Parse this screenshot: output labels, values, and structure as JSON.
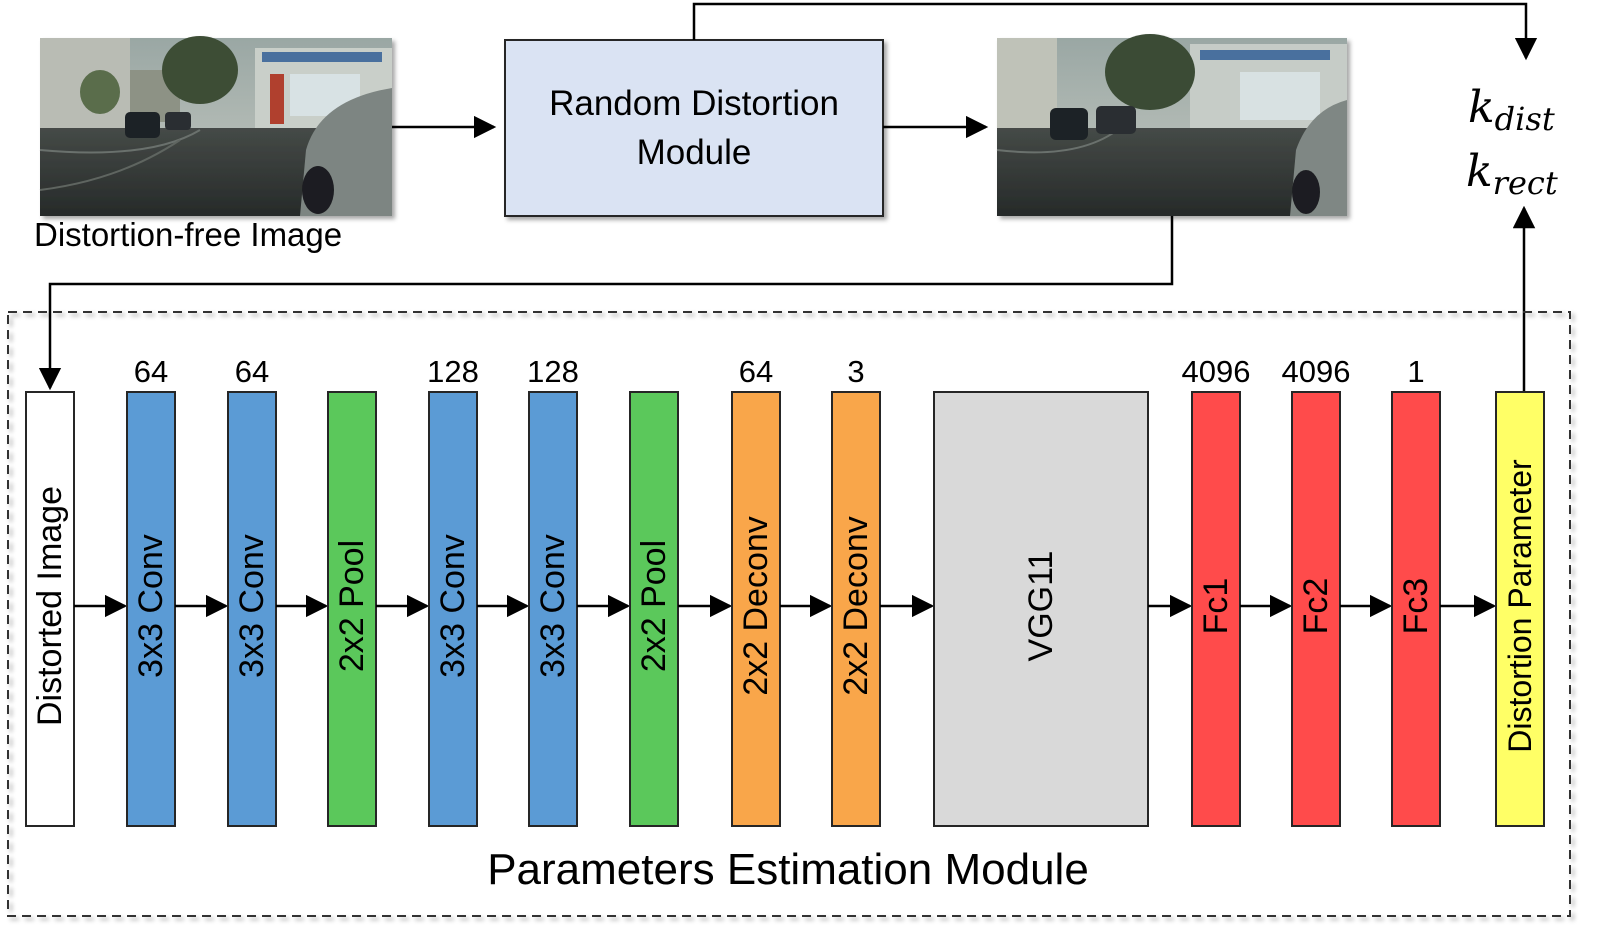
{
  "top": {
    "input_image_label": "Distortion-free Image",
    "module_label_line1": "Random Distortion",
    "module_label_line2": "Module",
    "output_k_dist_base": "k",
    "output_k_dist_sub": "dist",
    "output_k_rect_base": "k",
    "output_k_rect_sub": "rect"
  },
  "module": {
    "title": "Parameters Estimation Module"
  },
  "layers": [
    {
      "id": "distorted-image",
      "label": "Distorted Image",
      "count": "",
      "color": "#ffffff"
    },
    {
      "id": "conv1",
      "label": "3x3 Conv",
      "count": "64",
      "color": "#5b9bd5"
    },
    {
      "id": "conv2",
      "label": "3x3 Conv",
      "count": "64",
      "color": "#5b9bd5"
    },
    {
      "id": "pool1",
      "label": "2x2 Pool",
      "count": "",
      "color": "#5bc85b"
    },
    {
      "id": "conv3",
      "label": "3x3 Conv",
      "count": "128",
      "color": "#5b9bd5"
    },
    {
      "id": "conv4",
      "label": "3x3 Conv",
      "count": "128",
      "color": "#5b9bd5"
    },
    {
      "id": "pool2",
      "label": "2x2 Pool",
      "count": "",
      "color": "#5bc85b"
    },
    {
      "id": "deconv1",
      "label": "2x2 Deconv",
      "count": "64",
      "color": "#f9a64a"
    },
    {
      "id": "deconv2",
      "label": "2x2 Deconv",
      "count": "3",
      "color": "#f9a64a"
    },
    {
      "id": "vgg11",
      "label": "VGG11",
      "count": "",
      "color": "#d9d9d9"
    },
    {
      "id": "fc1",
      "label": "Fc1",
      "count": "4096",
      "color": "#ff4b4b"
    },
    {
      "id": "fc2",
      "label": "Fc2",
      "count": "4096",
      "color": "#ff4b4b"
    },
    {
      "id": "fc3",
      "label": "Fc3",
      "count": "1",
      "color": "#ff4b4b"
    },
    {
      "id": "distortion-parameter",
      "label": "Distortion Parameter",
      "count": "",
      "color": "#ffff66"
    }
  ],
  "colors": {
    "module_fill": "#dae3f3",
    "stroke": "#262626"
  }
}
